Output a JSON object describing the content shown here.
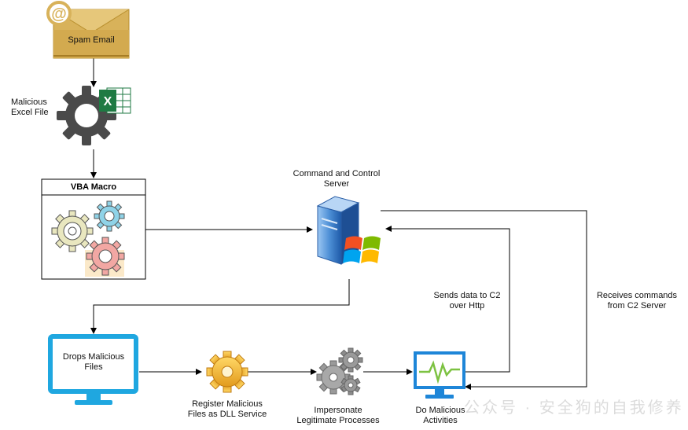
{
  "labels": {
    "spam_email": "Spam Email",
    "malicious_excel": "Malicious\nExcel File",
    "vba_macro": "VBA Macro",
    "c2_server": "Command and Control\nServer",
    "drops_files": "Drops Malicious\nFiles",
    "register_dll": "Register Malicious\nFiles as DLL Service",
    "impersonate": "Impersonate\nLegitimate Processes",
    "do_malicious": "Do Malicious\nActivities",
    "sends_data": "Sends data to C2\nover Http",
    "receives_commands": "Receives commands\nfrom C2 Server",
    "watermark": "公众号 · 安全狗的自我修养"
  },
  "icons": {
    "email": "envelope-at-icon",
    "excel": "gear-excel-icon",
    "macro": "gears-icon",
    "server": "windows-server-icon",
    "monitor": "monitor-icon",
    "dll_gear": "gold-gear-icon",
    "processes": "grey-gears-icon",
    "activity_monitor": "activity-monitor-icon"
  },
  "colors": {
    "envelope": "#d8b25a",
    "envelope_dark": "#b88f2e",
    "gear_dark": "#4a4a4a",
    "excel_green": "#1f7a43",
    "monitor_blue": "#1fa7e0",
    "server_blue": "#3b78c4",
    "arrow": "#000000"
  }
}
